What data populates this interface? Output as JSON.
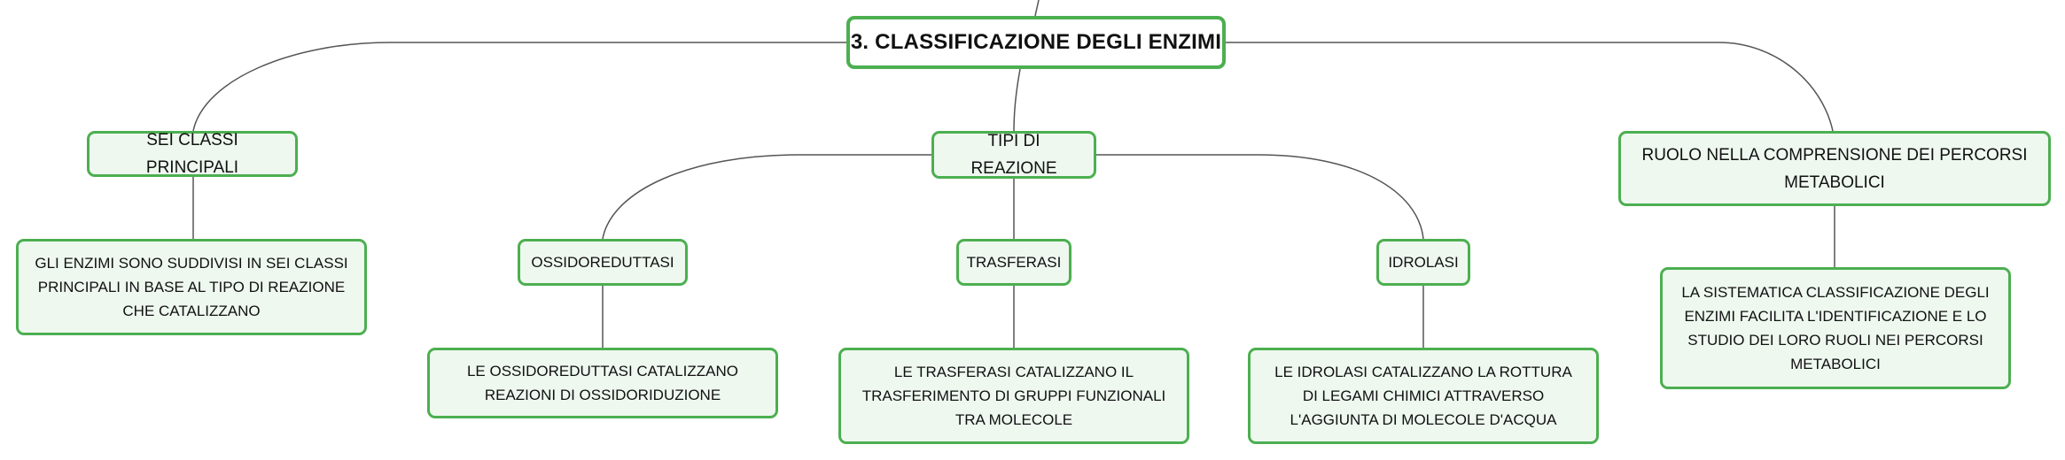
{
  "accent_color": "#4caf50",
  "root": {
    "label": "3. CLASSIFICAZIONE DEGLI ENZIMI"
  },
  "branches": {
    "sei_classi": {
      "label": "SEI CLASSI PRINCIPALI",
      "detail": "GLI ENZIMI SONO SUDDIVISI IN SEI CLASSI PRINCIPALI IN BASE AL TIPO DI REAZIONE CHE CATALIZZANO"
    },
    "tipi_reazione": {
      "label": "TIPI DI REAZIONE",
      "children": {
        "ossidoreduttasi": {
          "label": "OSSIDOREDUTTASI",
          "detail": "LE OSSIDOREDUTTASI CATALIZZANO REAZIONI DI OSSIDORIDUZIONE"
        },
        "trasferasi": {
          "label": "TRASFERASI",
          "detail": "LE TRASFERASI CATALIZZANO IL TRASFERIMENTO DI GRUPPI FUNZIONALI TRA MOLECOLE"
        },
        "idrolasi": {
          "label": "IDROLASI",
          "detail": "LE IDROLASI CATALIZZANO LA ROTTURA DI LEGAMI CHIMICI ATTRAVERSO L'AGGIUNTA DI MOLECOLE D'ACQUA"
        }
      }
    },
    "ruolo": {
      "label": "RUOLO NELLA COMPRENSIONE DEI PERCORSI METABOLICI",
      "detail": "LA SISTEMATICA CLASSIFICAZIONE DEGLI ENZIMI FACILITA L'IDENTIFICAZIONE E LO STUDIO DEI LORO RUOLI NEI PERCORSI METABOLICI"
    }
  }
}
